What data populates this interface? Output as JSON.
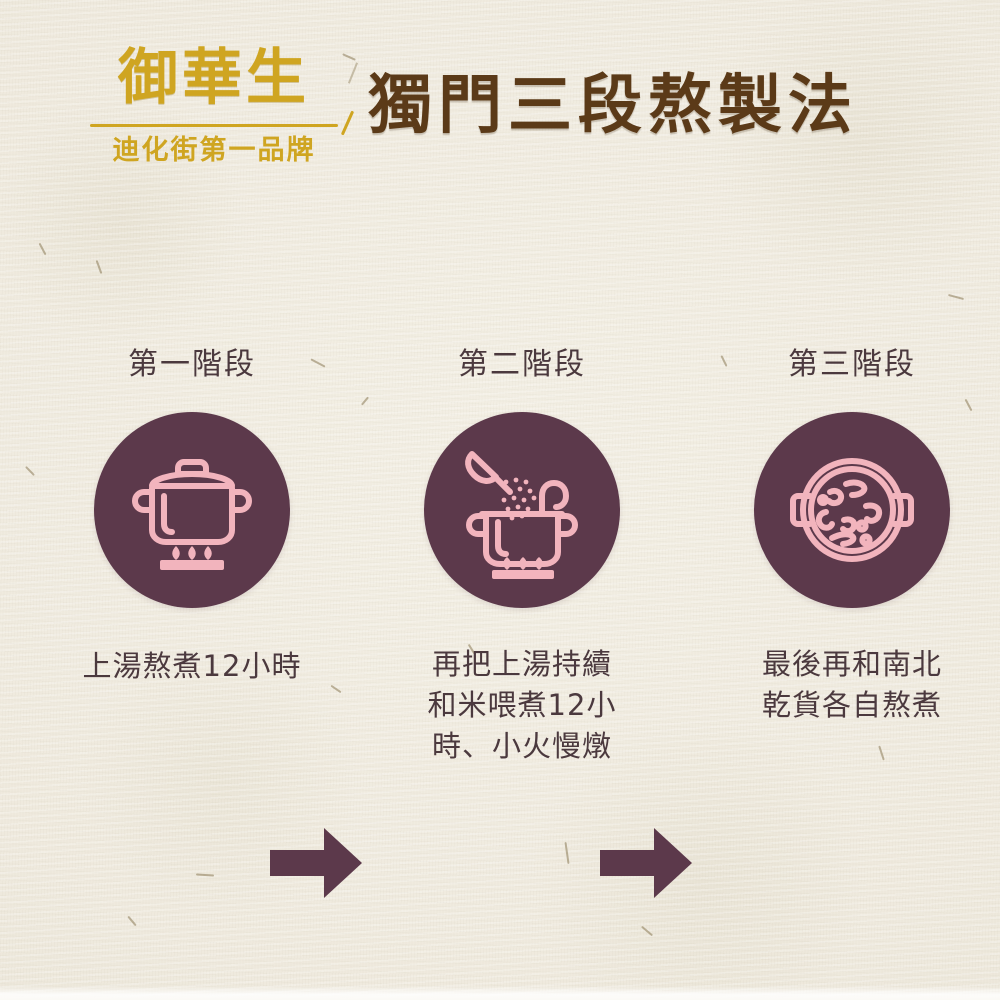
{
  "brand": {
    "logo_name": "御華生",
    "logo_tagline": "迪化街第一品牌",
    "gold_color": "#cfa521"
  },
  "header": {
    "title": "獨門三段熬製法",
    "title_color": "#5b3a18"
  },
  "theme": {
    "background_color": "#efeade",
    "circle_color": "#5c394b",
    "icon_color": "#f2b4bd",
    "arrow_color": "#5c394b",
    "text_color": "#4b393e"
  },
  "steps": [
    {
      "label": "第一階段",
      "icon": "covered-pot-on-stove-icon",
      "caption": "上湯熬煮12小時"
    },
    {
      "label": "第二階段",
      "icon": "pot-with-scoop-pouring-rice-icon",
      "caption": "再把上湯持續\n和米喂煮12小\n時、小火慢燉"
    },
    {
      "label": "第三階段",
      "icon": "pot-top-view-with-ingredients-icon",
      "caption": "最後再和南北\n乾貨各自熬煮"
    }
  ],
  "connectors": [
    {
      "name": "arrow-1",
      "direction": "right"
    },
    {
      "name": "arrow-2",
      "direction": "right"
    }
  ]
}
